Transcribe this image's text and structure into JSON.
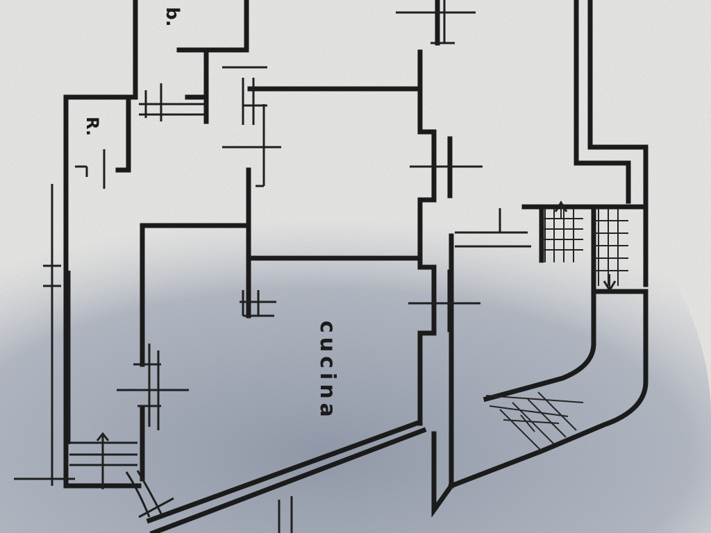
{
  "plan": {
    "room_labels": {
      "kitchen": "cucina",
      "top_left": "b.",
      "left_small": "R."
    },
    "colors": {
      "paper": "#e6e6e4",
      "shadow": "#9aa3b3",
      "ink": "#1b1b1b"
    }
  }
}
